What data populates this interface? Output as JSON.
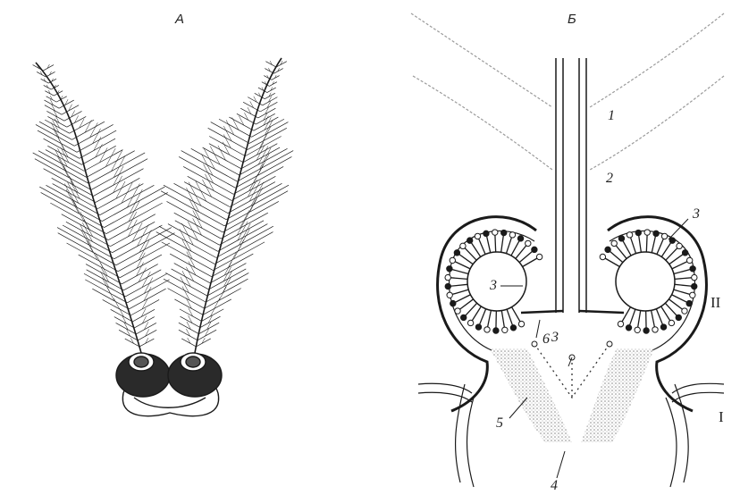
{
  "panels": {
    "a": {
      "title": "А"
    },
    "b": {
      "title": "Б",
      "labels": {
        "n1": "1",
        "n2": "2",
        "n3_right": "3",
        "n3_inner": "3",
        "n3_bottom": "3",
        "n4": "4",
        "n5": "5",
        "n6": "6",
        "roman_ii": "II",
        "roman_i": "I"
      }
    }
  },
  "colors": {
    "ink": "#1a1a1a",
    "stipple": "#9a9a9a",
    "ground": "#ffffff"
  }
}
